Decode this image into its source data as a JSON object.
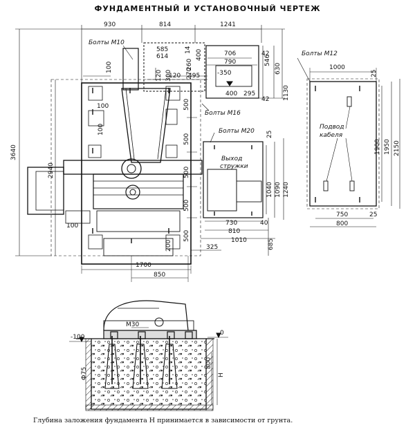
{
  "title": "ФУНДАМЕНТНЫЙ И УСТАНОВОЧНЫЙ ЧЕРТЕЖ",
  "caption": "Глубина заложения фундамента H принимается в зависимости от грунта.",
  "labels": {
    "bolts_m10": "Болты М10",
    "bolts_m12": "Болты М12",
    "bolts_m16": "Болты М16",
    "bolts_m20": "Болты М20",
    "chip_outlet_1": "Выход",
    "chip_outlet_2": "стружки",
    "cable_inlet_1": "Подвод",
    "cable_inlet_2": "кабеля",
    "m30": "М30"
  },
  "dims": {
    "d930": "930",
    "d814": "814",
    "d1241": "1241",
    "d585": "585",
    "d614": "614",
    "d14": "14",
    "d260": "260",
    "d400a": "400",
    "d706": "706",
    "d790": "790",
    "d42a": "42",
    "d546": "546",
    "d630": "630",
    "d1130": "1130",
    "dm350": "-350",
    "d400b": "400",
    "d295": "295",
    "d42b": "42",
    "d120a": "120",
    "d300": "300",
    "d120b": "120",
    "d270": "270",
    "d495": "495",
    "d100a": "100",
    "d100b": "100",
    "d100c": "100",
    "d100d": "100",
    "d3640": "3640",
    "d2940": "2940",
    "d500a": "500",
    "d500b": "500",
    "d500c": "500",
    "d500d": "500",
    "d500e": "500",
    "d1000": "1000",
    "d25a": "25",
    "d25b": "25",
    "d25c": "25",
    "d1900": "1900",
    "d1950": "1950",
    "d2150": "2150",
    "d750": "750",
    "d800a": "800",
    "d1040": "1040",
    "d1090": "1090",
    "d1240": "1240",
    "d730": "730",
    "d810": "810",
    "d1010": "1010",
    "d40": "40",
    "d685": "685",
    "d325": "325",
    "d200": "200",
    "d1700": "1700",
    "d850": "850",
    "dm100": "-100",
    "d0": "0",
    "d800b": "800",
    "dH": "H",
    "dphi": "Ф75"
  }
}
